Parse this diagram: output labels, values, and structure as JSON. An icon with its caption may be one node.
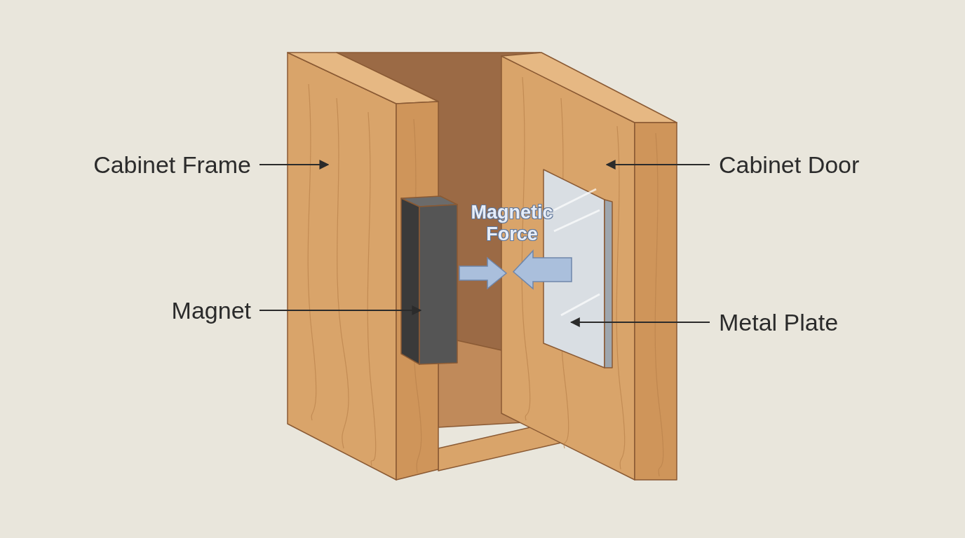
{
  "diagram": {
    "nodes": [
      {
        "text": [
          "Cabinet Frame"
        ]
      },
      {
        "text": [],
        "shape": "picture"
      },
      {
        "text": [
          "Cabinet Door"
        ]
      },
      {
        "text": [],
        "shape": "picture"
      },
      {
        "text": [
          "Magnet"
        ]
      },
      {
        "text": [],
        "shape": "box"
      },
      {
        "text": [
          "Metal Plate"
        ]
      },
      {
        "text": [],
        "shape": "box",
        "in": 3
      }
    ],
    "edges": [
      {
        "from": 0,
        "to": 1,
        "arrow": "to"
      },
      {
        "from": 2,
        "to": 3,
        "arrow": "to"
      },
      {
        "from": 4,
        "to": 5,
        "arrow": "to"
      },
      {
        "from": 6,
        "to": 7,
        "arrow": "to"
      }
    ],
    "labels": [
      "Magnetic Force"
    ]
  }
}
